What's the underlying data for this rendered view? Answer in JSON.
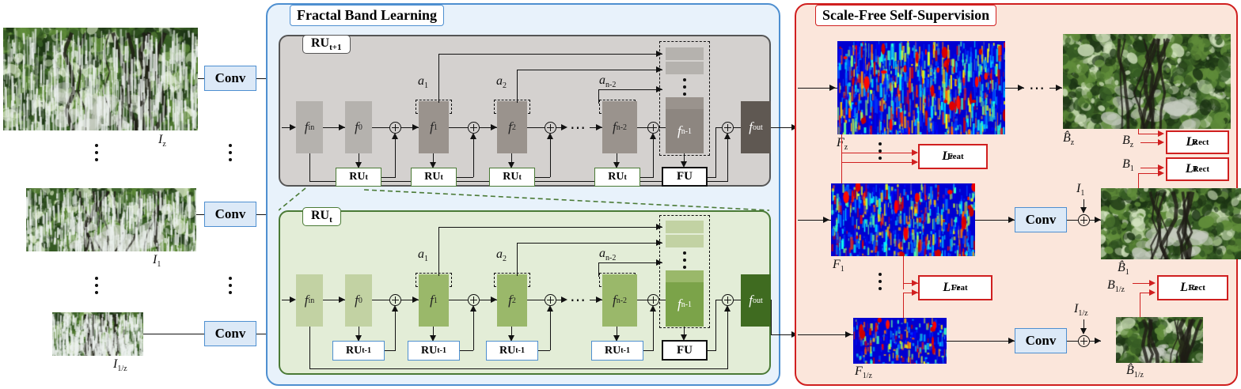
{
  "figure": {
    "domain": "diagram",
    "description": "Two-stage rain-removal network architecture: Fractal Band Learning and Scale-Free Self-Supervision"
  },
  "panels": {
    "fractal": {
      "title": "Fractal Band Learning",
      "accent": "#4e8fd0",
      "fill": "#e8f2fb"
    },
    "selfsup": {
      "title": "Scale-Free Self-Supervision",
      "accent": "#d01f1f",
      "fill": "#fbe6db"
    }
  },
  "inputs": {
    "items": [
      {
        "caption": "I",
        "sub": "z",
        "conv": "Conv"
      },
      {
        "caption": "I",
        "sub": "1",
        "conv": "Conv"
      },
      {
        "caption": "I",
        "sub": "1/z",
        "conv": "Conv"
      }
    ]
  },
  "ru_top": {
    "tag": "RU",
    "tag_sub": "t+1",
    "blocks": [
      {
        "label": "f",
        "sub": "in"
      },
      {
        "label": "f",
        "sub": "0"
      },
      {
        "label": "f",
        "sub": "1"
      },
      {
        "label": "f",
        "sub": "2"
      },
      {
        "label": "f",
        "sub": "n-2"
      },
      {
        "label": "f",
        "sub": "n-1"
      },
      {
        "label": "f",
        "sub": "out"
      }
    ],
    "coeffs": [
      {
        "label": "a",
        "sub": "1"
      },
      {
        "label": "a",
        "sub": "2"
      },
      {
        "label": "a",
        "sub": "n-2"
      }
    ],
    "ru_children": "RU",
    "ru_children_sub": "t",
    "fusion": "FU",
    "ellipsis": "⋯"
  },
  "ru_bottom": {
    "tag": "RU",
    "tag_sub": "t",
    "blocks": [
      {
        "label": "f",
        "sub": "in"
      },
      {
        "label": "f",
        "sub": "0"
      },
      {
        "label": "f",
        "sub": "1"
      },
      {
        "label": "f",
        "sub": "2"
      },
      {
        "label": "f",
        "sub": "n-2"
      },
      {
        "label": "f",
        "sub": "n-1"
      },
      {
        "label": "f",
        "sub": "out"
      }
    ],
    "coeffs": [
      {
        "label": "a",
        "sub": "1"
      },
      {
        "label": "a",
        "sub": "2"
      },
      {
        "label": "a",
        "sub": "n-2"
      }
    ],
    "ru_children": "RU",
    "ru_children_sub": "t-1",
    "fusion": "FU",
    "ellipsis": "⋯"
  },
  "selfsup": {
    "features": [
      {
        "label": "F",
        "sub": "z"
      },
      {
        "label": "F",
        "sub": "1"
      },
      {
        "label": "F",
        "sub": "1/z"
      }
    ],
    "outputs": [
      {
        "label": "B̂",
        "sub": "z"
      },
      {
        "label": "B̂",
        "sub": "1"
      },
      {
        "label": "B̂",
        "sub": "1/z"
      }
    ],
    "residual_inputs": [
      {
        "label": "I",
        "sub": "1"
      },
      {
        "label": "I",
        "sub": "1/z"
      }
    ],
    "targets": [
      {
        "label": "B",
        "sub": "z"
      },
      {
        "label": "B",
        "sub": "1"
      },
      {
        "label": "B",
        "sub": "1/z"
      }
    ],
    "conv_label": "Conv",
    "losses": [
      {
        "name": "L",
        "sup": "z",
        "sub": "Feat"
      },
      {
        "name": "L",
        "sup": "1/z",
        "sub": "Feat"
      },
      {
        "name": "L",
        "sup": "z",
        "sub": "Rect"
      },
      {
        "name": "L",
        "sup": "1",
        "sub": "Rect"
      },
      {
        "name": "L",
        "sup": "1/z",
        "sub": "Rect"
      }
    ],
    "ellipsis": "⋯"
  },
  "colors": {
    "panel_blue": "#4e8fd0",
    "panel_red": "#d01f1f",
    "gray_group": "#d4d1cf",
    "green_group": "#e3edd7",
    "conv_fill": "#dce9f7",
    "loss_border": "#d01f1f"
  }
}
